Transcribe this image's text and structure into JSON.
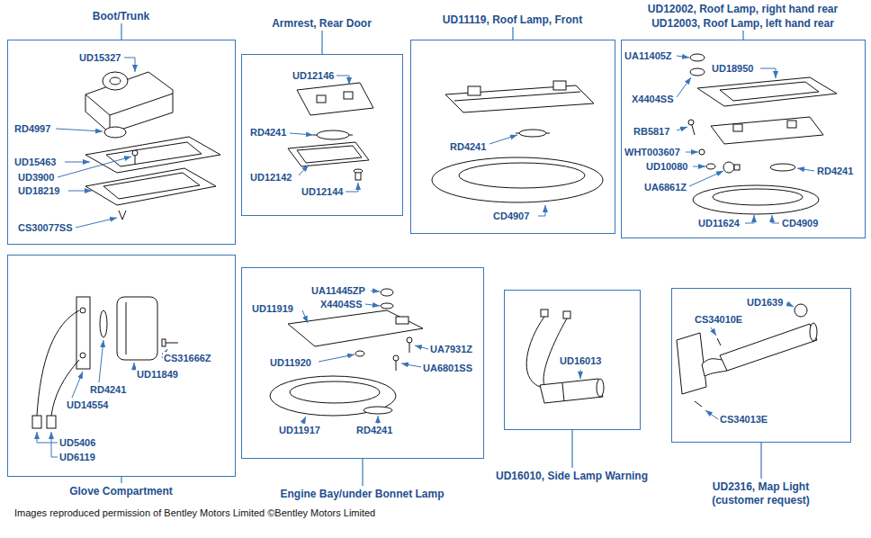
{
  "diagram": {
    "caption": "Images reproduced permission of Bentley Motors Limited ©Bentley Motors Limited",
    "nodes": [
      {
        "text": [
          "Boot/Trunk"
        ]
      },
      {
        "text": [
          "Armrest, Rear Door"
        ]
      },
      {
        "text": [
          "UD11119, Roof Lamp, Front"
        ]
      },
      {
        "text": [
          "UD12002, Roof Lamp, right hand rear",
          "UD12003, Roof Lamp, left hand rear"
        ]
      },
      {
        "text": [
          "Glove Compartment"
        ]
      },
      {
        "text": [
          "Engine Bay/under Bonnet Lamp"
        ]
      },
      {
        "text": [
          "UD16010, Side Lamp Warning"
        ]
      },
      {
        "text": [
          "UD2316, Map Light (customer request)"
        ]
      }
    ],
    "labels": [
      "UD15327",
      "RD4997",
      "UD15463",
      "UD3900",
      "UD18219",
      "CS30077SS",
      "UD12146",
      "RD4241",
      "UD12142",
      "UD12144",
      "RD4241",
      "CD4907",
      "UA11405Z",
      "UD18950",
      "X4404SS",
      "RB5817",
      "WHT003607",
      "UD10080",
      "RD4241",
      "UA6861Z",
      "UD11624",
      "CD4909",
      "CS31666Z",
      "UD11849",
      "RD4241",
      "UD14554",
      "UD5406",
      "UD6119",
      "UA11445ZP",
      "X4404SS",
      "UD11919",
      "UA7931Z",
      "UD11920",
      "UA6801SS",
      "UD11917",
      "RD4241",
      "UD16013",
      "UD1639",
      "CS34010E",
      "CS34013E"
    ]
  }
}
